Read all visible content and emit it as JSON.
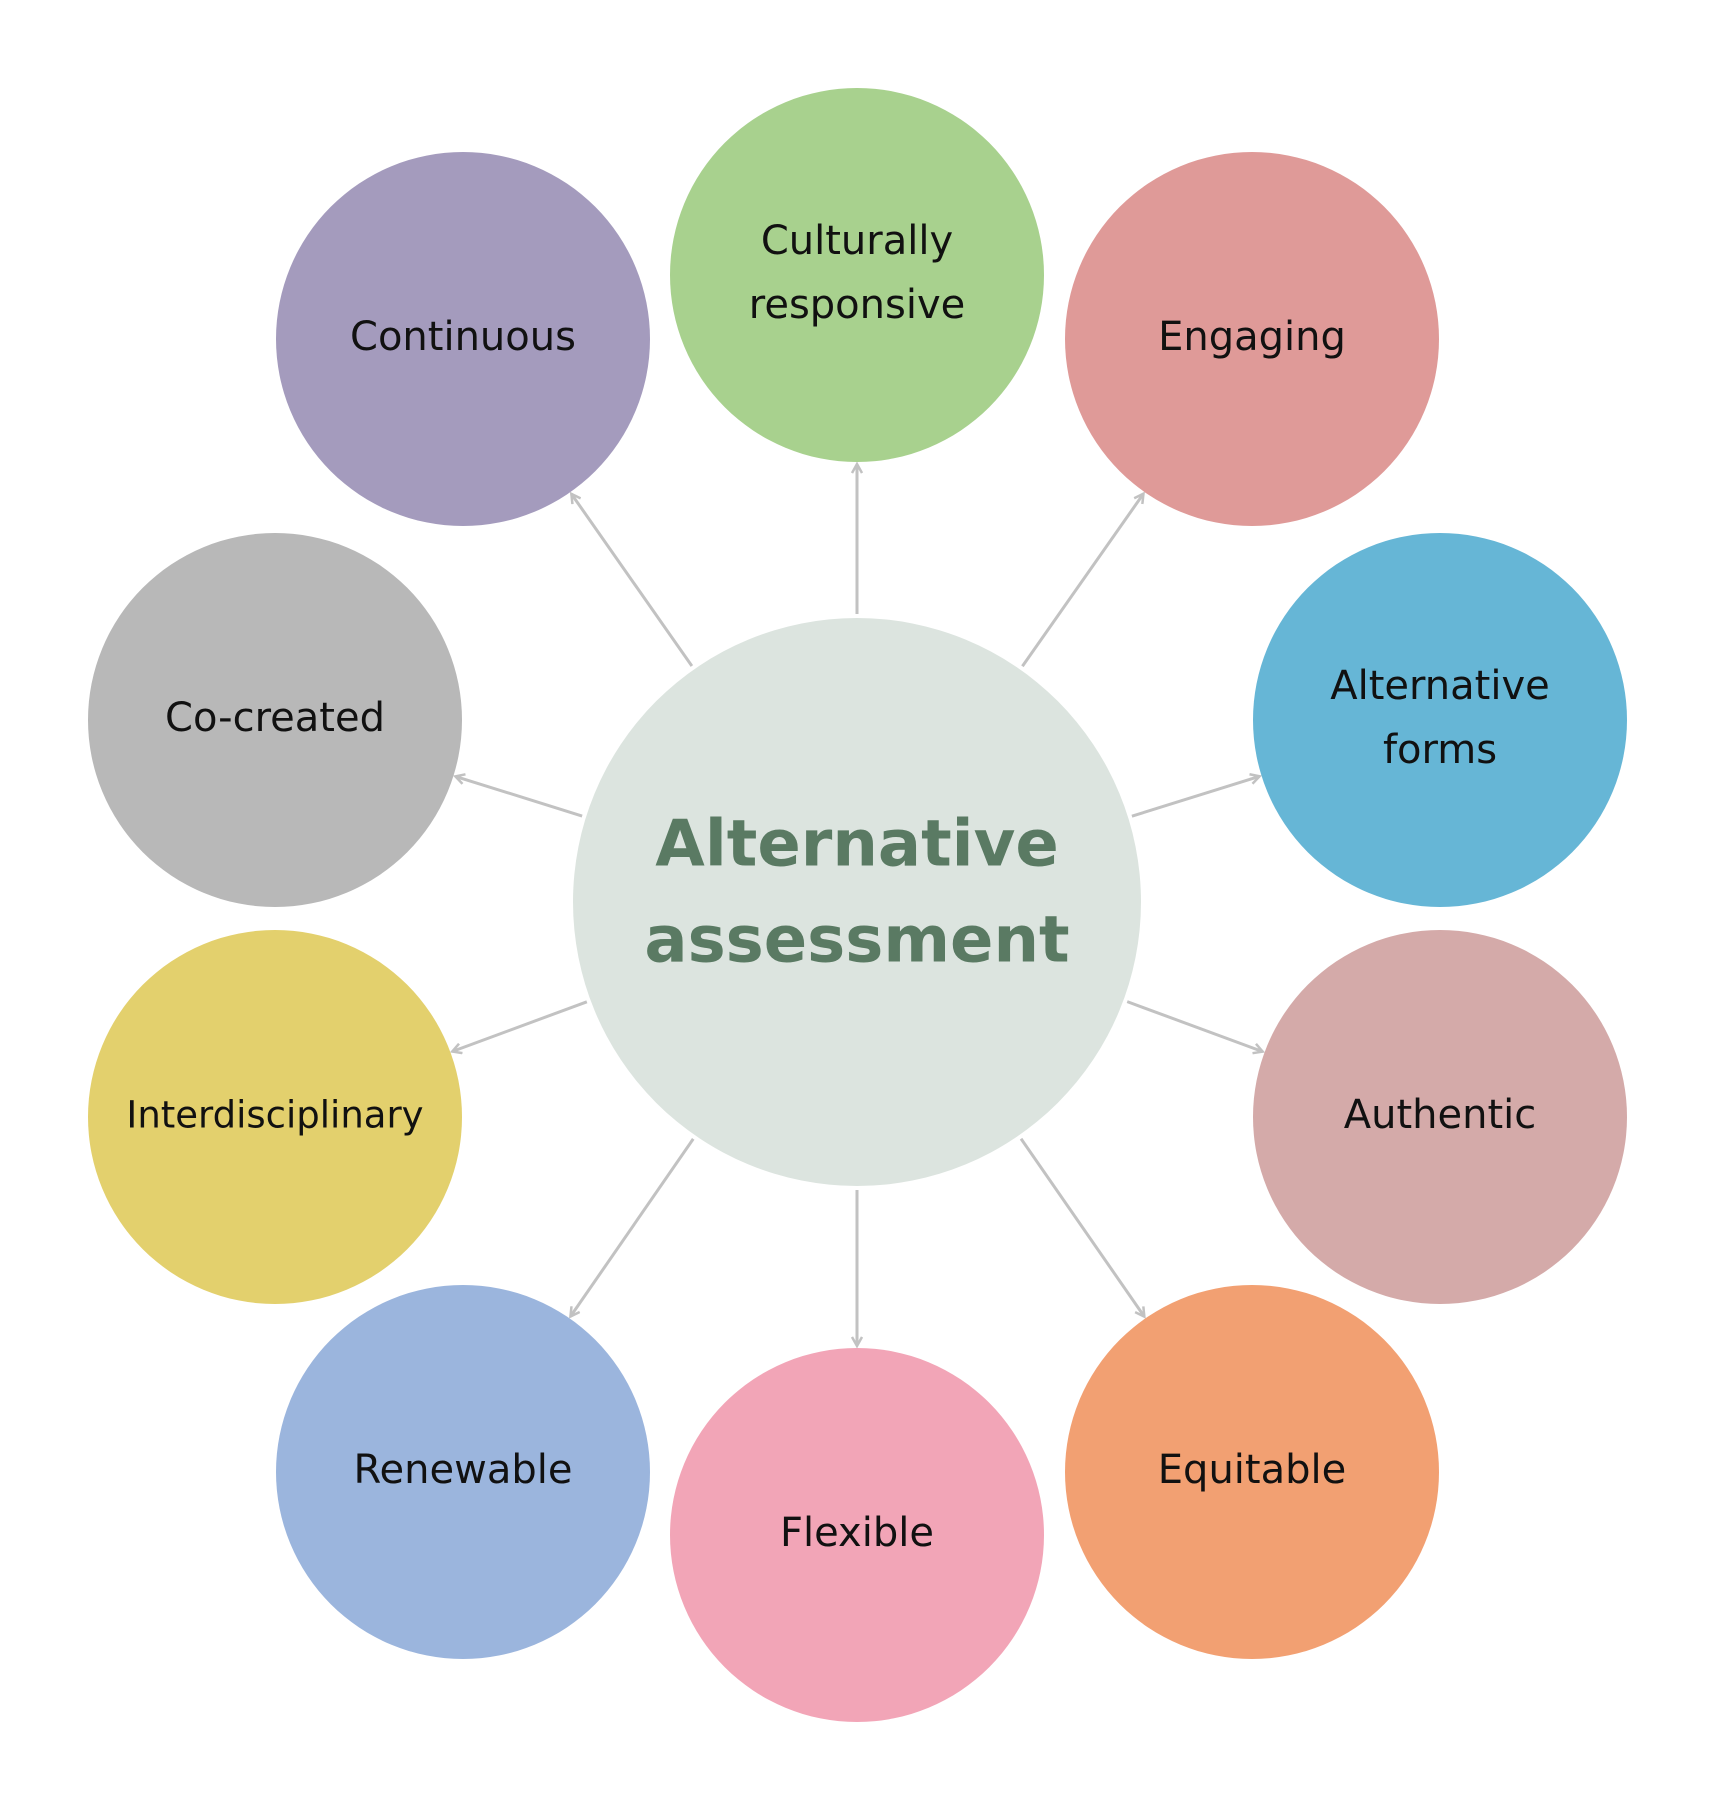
{
  "center": {
    "lines": [
      "Alternative",
      "assessment"
    ],
    "color": "#dce4df",
    "text_color": "#5a7a63"
  },
  "nodes": [
    {
      "id": "culturally-responsive",
      "lines": [
        "Culturally",
        "responsive"
      ],
      "color": "#a8d18e"
    },
    {
      "id": "engaging",
      "lines": [
        "Engaging"
      ],
      "color": "#df9a98"
    },
    {
      "id": "alternative-forms",
      "lines": [
        "Alternative",
        "forms"
      ],
      "color": "#66b6d6"
    },
    {
      "id": "authentic",
      "lines": [
        "Authentic"
      ],
      "color": "#d4aaa9"
    },
    {
      "id": "equitable",
      "lines": [
        "Equitable"
      ],
      "color": "#f2a072"
    },
    {
      "id": "flexible",
      "lines": [
        "Flexible"
      ],
      "color": "#f2a5b7"
    },
    {
      "id": "renewable",
      "lines": [
        "Renewable"
      ],
      "color": "#9bb5dd"
    },
    {
      "id": "interdisciplinary",
      "lines": [
        "Interdisciplinary"
      ],
      "color": "#e3d06d"
    },
    {
      "id": "co-created",
      "lines": [
        "Co-created"
      ],
      "color": "#b8b8b8"
    },
    {
      "id": "continuous",
      "lines": [
        "Continuous"
      ],
      "color": "#a49bbd"
    }
  ],
  "connector_color": "#c2c2c2"
}
